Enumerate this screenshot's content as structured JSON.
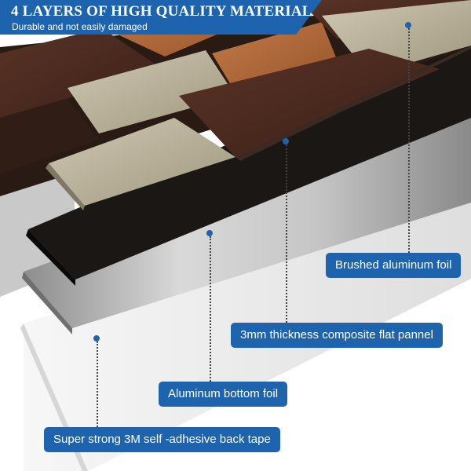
{
  "banner": {
    "title": "4 LAYERS OF HIGH QUALITY MATERIAL",
    "subtitle": "Durable and not easily damaged"
  },
  "labels": {
    "brushed_foil": "Brushed aluminum foil",
    "composite_panel": "3mm thickness composite flat pannel",
    "bottom_foil": "Aluminum bottom foil",
    "adhesive_tape": "Super strong 3M self -adhesive back tape"
  },
  "colors": {
    "accent": "#1d63ad",
    "copper": "#b06a3c",
    "dark_brown": "#4a2a1f",
    "champagne": "#b8b099",
    "black_panel": "#1b1715",
    "silver_foil": "#c9c9c9",
    "white_tape": "#eeeeee"
  }
}
